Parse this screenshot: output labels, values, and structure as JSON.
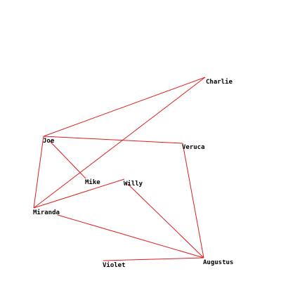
{
  "graph": {
    "edge_color": "#dd1f1f",
    "label_color": "#000000",
    "background": "#ffffff",
    "nodes": [
      {
        "id": "charlie",
        "label": "Charlie"
      },
      {
        "id": "joe",
        "label": "Joe"
      },
      {
        "id": "veruca",
        "label": "Veruca"
      },
      {
        "id": "mike",
        "label": "Mike"
      },
      {
        "id": "willy",
        "label": "Willy"
      },
      {
        "id": "miranda",
        "label": "Miranda"
      },
      {
        "id": "augustus",
        "label": "Augustus"
      },
      {
        "id": "violet",
        "label": "Violet"
      }
    ],
    "edges": [
      {
        "from": "joe",
        "to": "charlie"
      },
      {
        "from": "joe",
        "to": "veruca"
      },
      {
        "from": "joe",
        "to": "mike"
      },
      {
        "from": "joe",
        "to": "miranda"
      },
      {
        "from": "miranda",
        "to": "charlie"
      },
      {
        "from": "miranda",
        "to": "willy"
      },
      {
        "from": "miranda",
        "to": "augustus"
      },
      {
        "from": "veruca",
        "to": "augustus"
      },
      {
        "from": "willy",
        "to": "augustus"
      },
      {
        "from": "violet",
        "to": "augustus"
      }
    ]
  }
}
